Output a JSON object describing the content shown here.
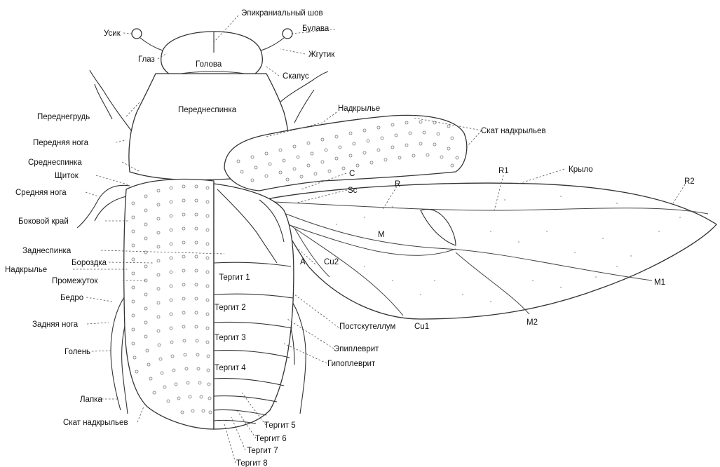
{
  "labels": {
    "epicranial_suture": "Эпикраниальный шов",
    "antenna": "Усик",
    "club": "Булава",
    "funicle": "Жгутик",
    "eye": "Глаз",
    "head": "Голова",
    "scape": "Скапус",
    "pronotum": "Переднеспинка",
    "elytron_top": "Надкрылье",
    "prosternum": "Переднегрудь",
    "elytral_declivity_right": "Скат надкрыльев",
    "foreleg": "Передняя нога",
    "mesonotum": "Среднеспинка",
    "r1": "R1",
    "wing": "Крыло",
    "c": "C",
    "scutellum": "Щиток",
    "r2": "R2",
    "r": "R",
    "sc": "Sc",
    "midleg": "Средняя нога",
    "lateral_margin": "Боковой край",
    "m": "M",
    "metanotum": "Заднеспинка",
    "a": "A",
    "cu2": "Cu2",
    "stria": "Бороздка",
    "elytron_left": "Надкрылье",
    "tergite_1": "Тергит 1",
    "interstria": "Промежуток",
    "m1": "M1",
    "femur": "Бедро",
    "tergite_2": "Тергит 2",
    "m2": "M2",
    "hindleg": "Задняя нога",
    "postscutellum": "Постскутеллум",
    "cu1": "Cu1",
    "tergite_3": "Тергит 3",
    "epipleurite": "Эпиплеврит",
    "tibia": "Голень",
    "hypopleurite": "Гипоплеврит",
    "tergite_4": "Тергит 4",
    "tarsus": "Лапка",
    "elytral_declivity_left": "Скат надкрыльев",
    "tergite_5": "Тергит 5",
    "tergite_6": "Тергит 6",
    "tergite_7": "Тергит 7",
    "tergite_8": "Тергит 8"
  }
}
